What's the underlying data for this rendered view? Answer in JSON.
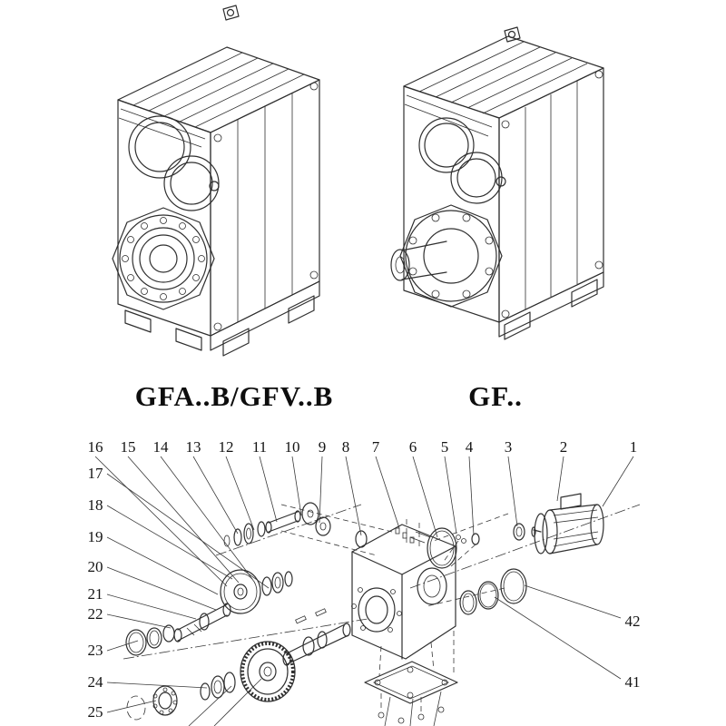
{
  "meta": {
    "background_color": "#ffffff",
    "line_color": "#2f2f2f",
    "text_color": "#141414"
  },
  "figures": {
    "left_caption": "GFA..B/GFV..B",
    "right_caption": "GF.."
  },
  "callouts": {
    "top_row": [
      "16",
      "15",
      "14",
      "13",
      "12",
      "11",
      "10",
      "9",
      "8",
      "7",
      "6",
      "5",
      "4",
      "3",
      "2",
      "1"
    ],
    "left_column": [
      "17",
      "18",
      "19",
      "20",
      "21",
      "22",
      "23",
      "24",
      "25"
    ],
    "right_column": [
      "42",
      "41"
    ]
  }
}
